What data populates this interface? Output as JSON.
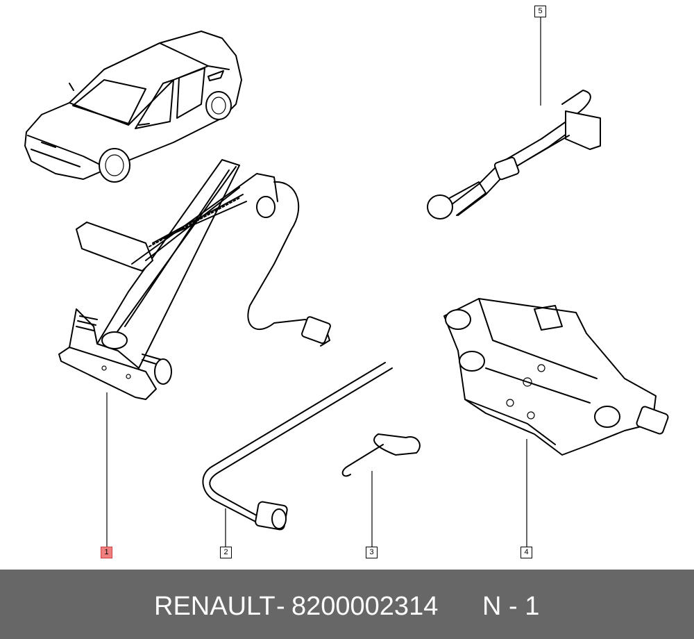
{
  "diagram": {
    "callouts": [
      {
        "label": "1",
        "active": true
      },
      {
        "label": "2",
        "active": false
      },
      {
        "label": "3",
        "active": false
      },
      {
        "label": "4",
        "active": false
      },
      {
        "label": "5",
        "active": false
      }
    ]
  },
  "footer": {
    "brand": "RENAULT",
    "separator": "-",
    "part_number": "8200002314",
    "quantity_label": "N - 1"
  },
  "colors": {
    "highlight": "#f08080",
    "footer_bg": "#676767",
    "footer_text": "#ffffff"
  }
}
